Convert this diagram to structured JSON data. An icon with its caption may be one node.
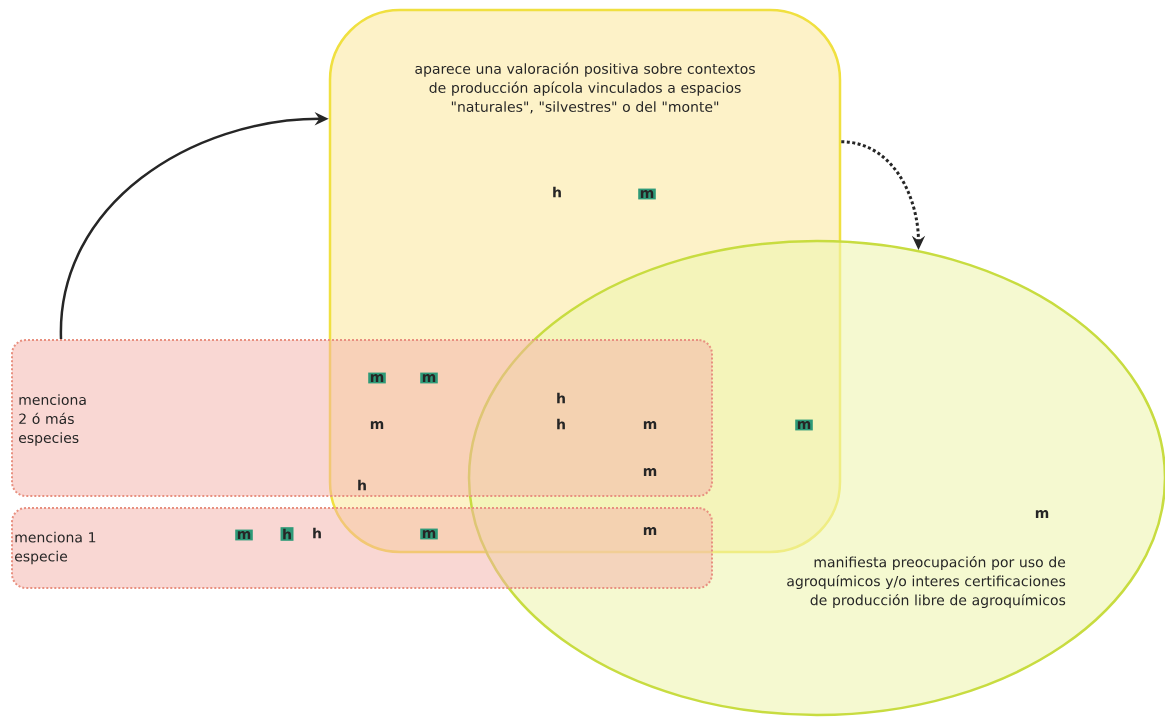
{
  "diagram": {
    "nodes": [
      {
        "text": [
          "aparece una valoración positiva sobre contextos de producción apícola vinculados a espacios \"naturales\", \"silvestres\" o del \"monte\""
        ]
      },
      {
        "text": [
          "manifiesta preocupación por uso de agroquímicos y/o interes certificaciones de producción libre de agroquímicos"
        ]
      },
      {
        "text": [
          "menciona 2 ó más especies"
        ]
      },
      {
        "text": [
          "menciona 1 especie"
        ]
      }
    ],
    "edges": [
      {
        "from": 2,
        "to": 0,
        "arrow": "to"
      },
      {
        "from": 0,
        "to": 1,
        "arrow": "to",
        "style": "dashed"
      }
    ],
    "labels": [
      "h",
      "m",
      "m",
      "m",
      "h",
      "m",
      "h",
      "m",
      "m",
      "m",
      "h",
      "m",
      "m",
      "h",
      "h",
      "m",
      "m"
    ]
  }
}
